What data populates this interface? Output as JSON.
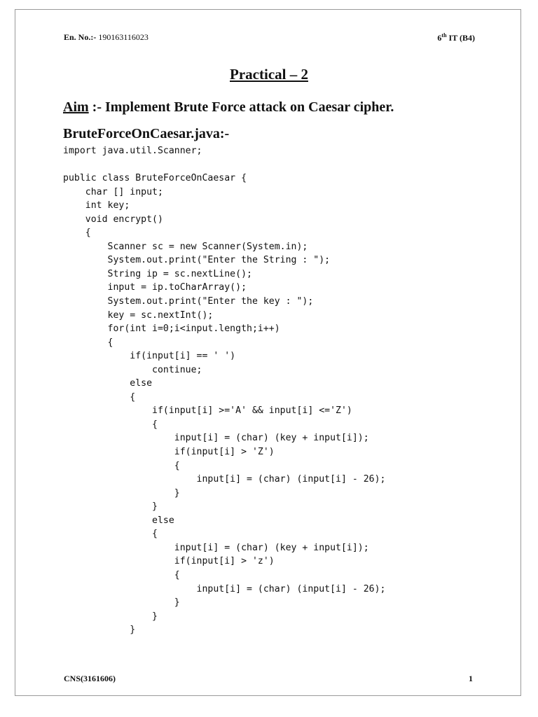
{
  "header": {
    "enrollment_label": "En. No.:-",
    "enrollment_number": "190163116023",
    "semester_prefix": "6",
    "semester_sup": "th",
    "semester_rest": " IT (B4)"
  },
  "title": "Practical – 2",
  "aim": {
    "label": "Aim",
    "text": " :- Implement Brute Force attack on Caesar cipher."
  },
  "filename": "BruteForceOnCaesar.java:-",
  "code_lines": [
    "import java.util.Scanner;",
    "",
    "public class BruteForceOnCaesar {",
    "    char [] input;",
    "    int key;",
    "    void encrypt()",
    "    {",
    "        Scanner sc = new Scanner(System.in);",
    "        System.out.print(\"Enter the String : \");",
    "        String ip = sc.nextLine();",
    "        input = ip.toCharArray();",
    "        System.out.print(\"Enter the key : \");",
    "        key = sc.nextInt();",
    "        for(int i=0;i<input.length;i++)",
    "        {",
    "            if(input[i] == ' ')",
    "                continue;",
    "            else",
    "            {",
    "                if(input[i] >='A' && input[i] <='Z')",
    "                {",
    "                    input[i] = (char) (key + input[i]);",
    "                    if(input[i] > 'Z')",
    "                    {",
    "                        input[i] = (char) (input[i] - 26);",
    "                    }",
    "                }",
    "                else",
    "                {",
    "                    input[i] = (char) (key + input[i]);",
    "                    if(input[i] > 'z')",
    "                    {",
    "                        input[i] = (char) (input[i] - 26);",
    "                    }",
    "                }",
    "            }"
  ],
  "footer": {
    "course": "CNS(3161606)",
    "page_number": "1"
  }
}
